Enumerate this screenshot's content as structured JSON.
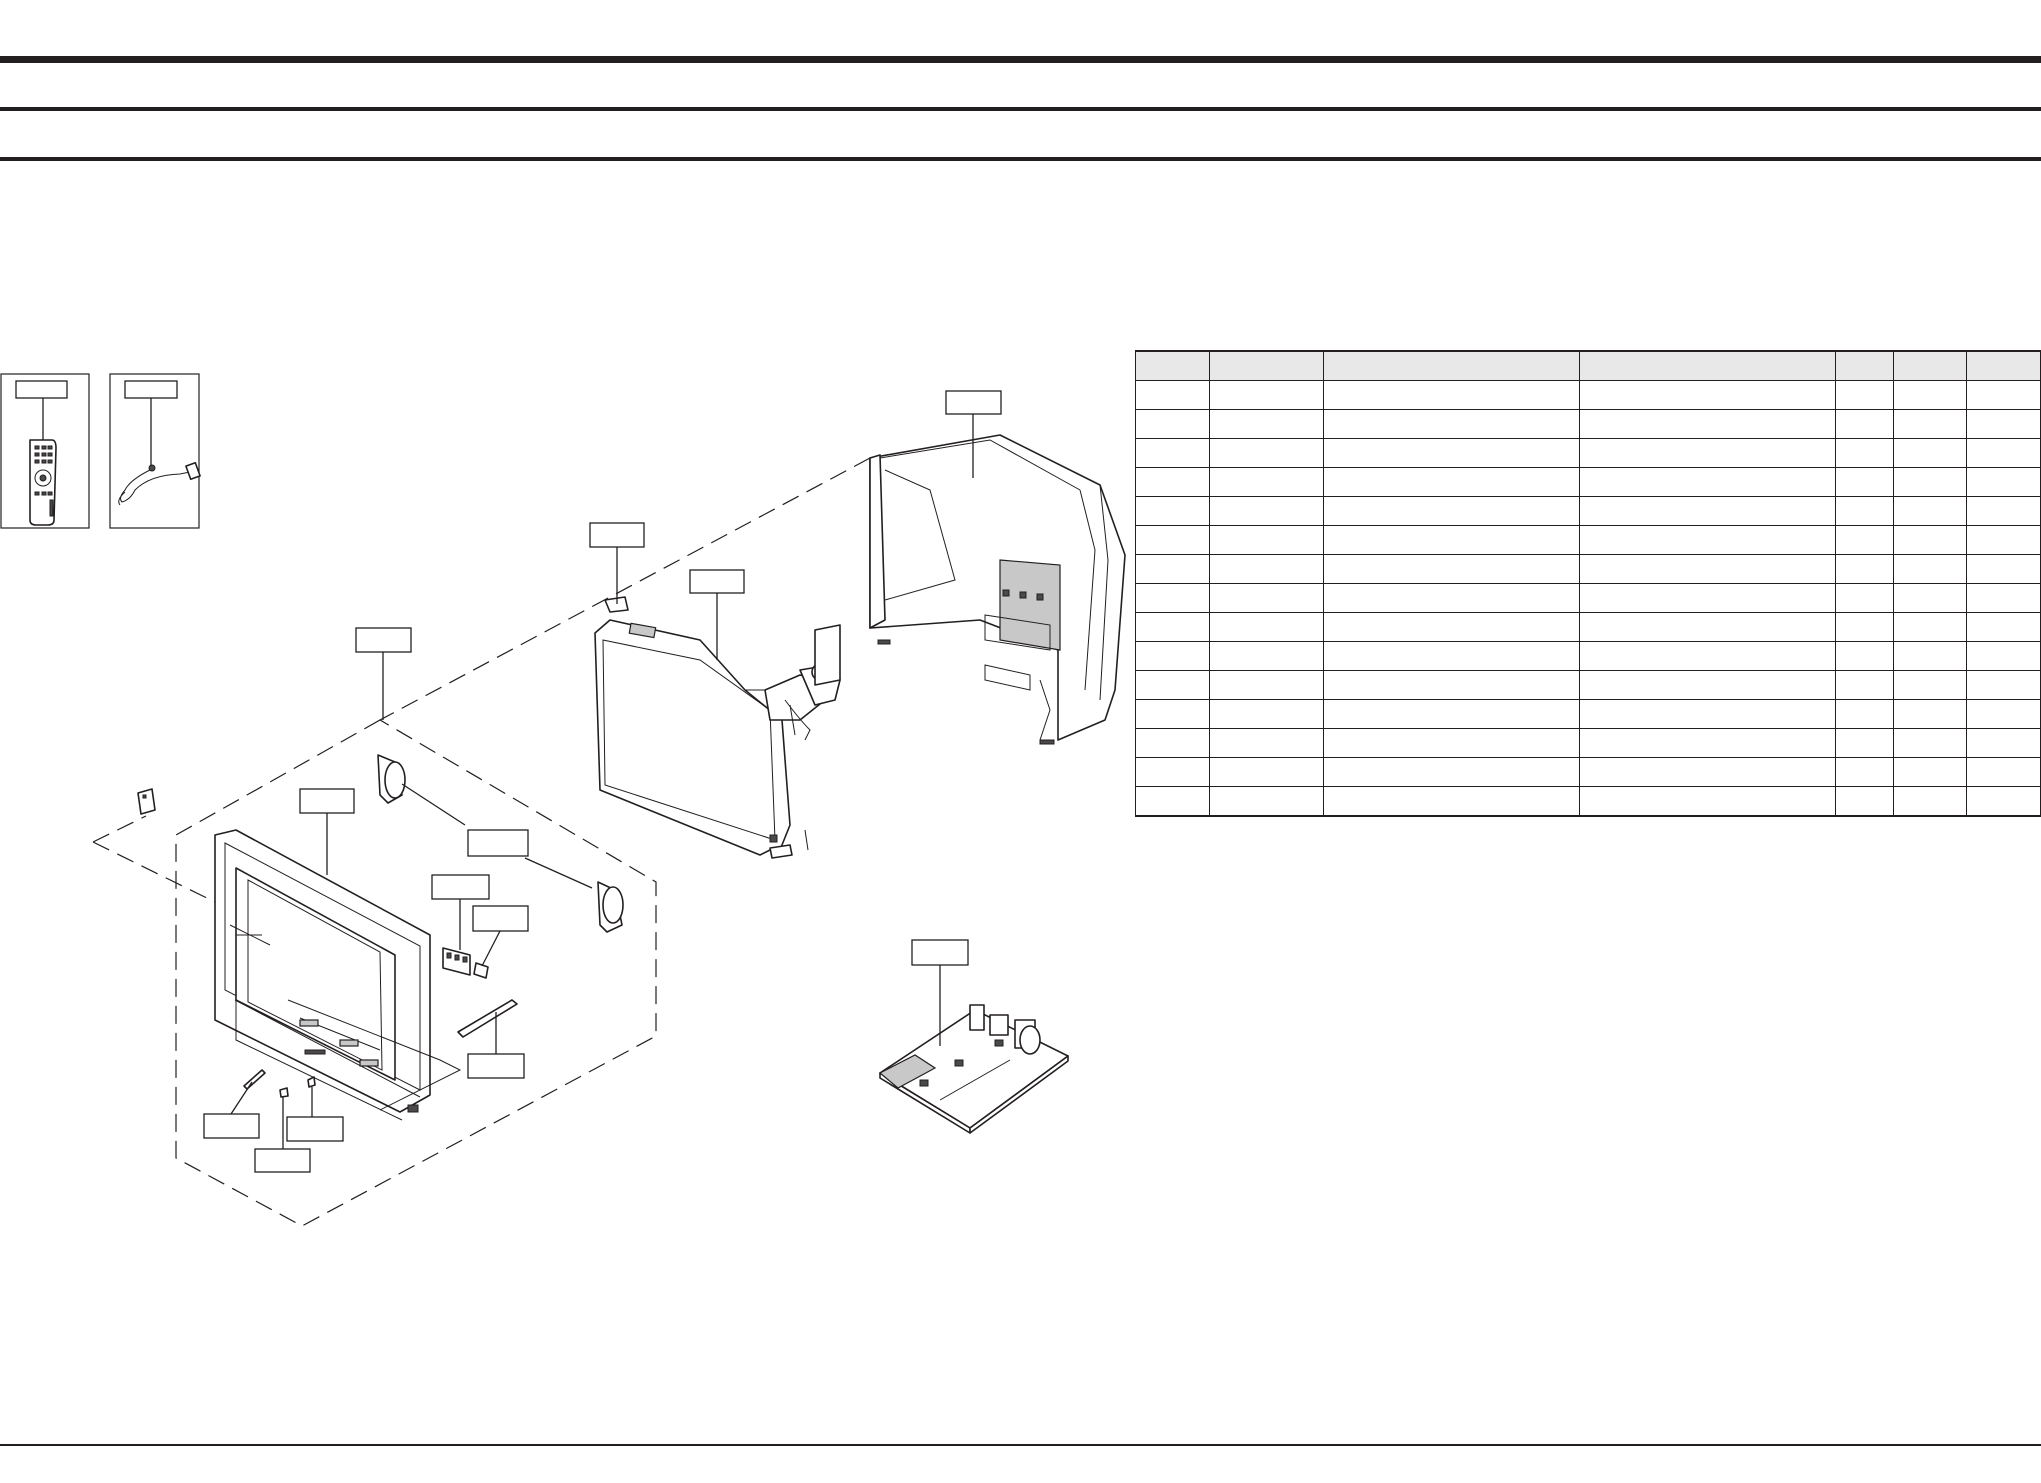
{
  "header": {
    "title": "",
    "subtitle": ""
  },
  "diagram": {
    "callouts": [
      {
        "id": "remote-control",
        "label": ""
      },
      {
        "id": "power-cord",
        "label": ""
      },
      {
        "id": "rear-cabinet",
        "label": ""
      },
      {
        "id": "deflection-yoke",
        "label": ""
      },
      {
        "id": "crt",
        "label": ""
      },
      {
        "id": "front-assembly",
        "label": ""
      },
      {
        "id": "front-cabinet",
        "label": ""
      },
      {
        "id": "speaker",
        "label": ""
      },
      {
        "id": "control-board",
        "label": ""
      },
      {
        "id": "control-knob",
        "label": ""
      },
      {
        "id": "door-bar",
        "label": ""
      },
      {
        "id": "power-button",
        "label": ""
      },
      {
        "id": "ir-sensor",
        "label": ""
      },
      {
        "id": "led-lens",
        "label": ""
      },
      {
        "id": "main-pcb",
        "label": ""
      }
    ]
  },
  "parts_table": {
    "columns": [
      "",
      "",
      "",
      "",
      "",
      "",
      ""
    ],
    "rows": [
      [
        "",
        "",
        "",
        "",
        "",
        "",
        ""
      ],
      [
        "",
        "",
        "",
        "",
        "",
        "",
        ""
      ],
      [
        "",
        "",
        "",
        "",
        "",
        "",
        ""
      ],
      [
        "",
        "",
        "",
        "",
        "",
        "",
        ""
      ],
      [
        "",
        "",
        "",
        "",
        "",
        "",
        ""
      ],
      [
        "",
        "",
        "",
        "",
        "",
        "",
        ""
      ],
      [
        "",
        "",
        "",
        "",
        "",
        "",
        ""
      ],
      [
        "",
        "",
        "",
        "",
        "",
        "",
        ""
      ],
      [
        "",
        "",
        "",
        "",
        "",
        "",
        ""
      ],
      [
        "",
        "",
        "",
        "",
        "",
        "",
        ""
      ],
      [
        "",
        "",
        "",
        "",
        "",
        "",
        ""
      ],
      [
        "",
        "",
        "",
        "",
        "",
        "",
        ""
      ],
      [
        "",
        "",
        "",
        "",
        "",
        "",
        ""
      ],
      [
        "",
        "",
        "",
        "",
        "",
        "",
        ""
      ],
      [
        "",
        "",
        "",
        "",
        "",
        "",
        ""
      ]
    ]
  }
}
